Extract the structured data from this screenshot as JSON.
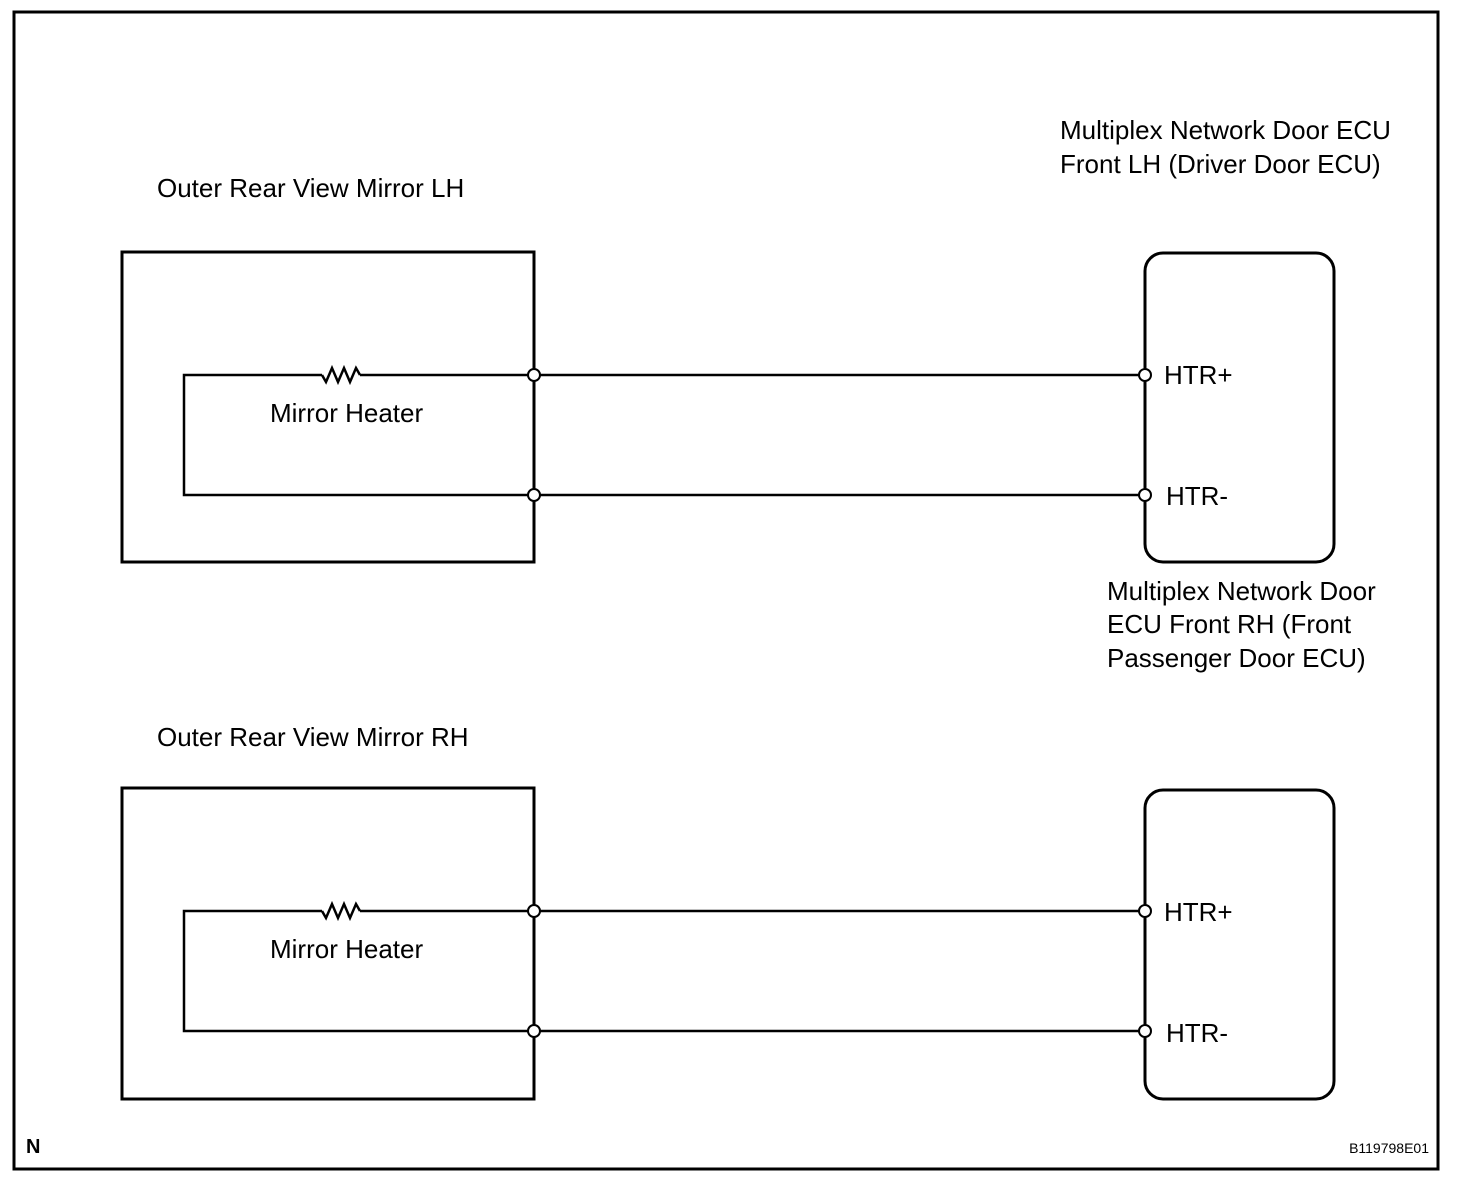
{
  "labels": {
    "mirror_lh": "Outer Rear View Mirror LH",
    "mirror_rh": "Outer Rear View Mirror RH",
    "ecu_lh_line1": "Multiplex Network Door ECU",
    "ecu_lh_line2": "Front LH (Driver Door ECU)",
    "ecu_rh_line1": "Multiplex Network Door",
    "ecu_rh_line2": "ECU Front RH (Front",
    "ecu_rh_line3": "Passenger Door ECU)",
    "heater_lh": "Mirror Heater",
    "heater_rh": "Mirror Heater",
    "lh_htr_plus": "HTR+",
    "lh_htr_minus": "HTR-",
    "rh_htr_plus": "HTR+",
    "rh_htr_minus": "HTR-",
    "corner_letter": "N",
    "figure_code": "B119798E01"
  }
}
